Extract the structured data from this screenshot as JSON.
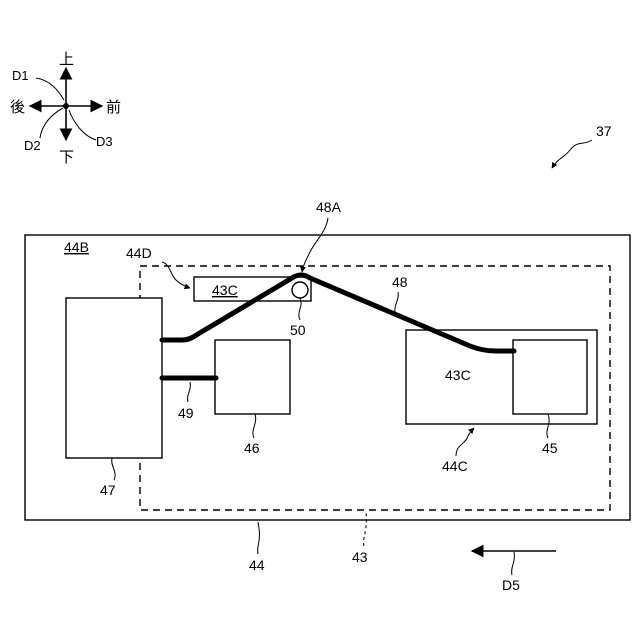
{
  "compass": {
    "up": "上",
    "down": "下",
    "front": "前",
    "rear": "後",
    "d1": "D1",
    "d2": "D2",
    "d3": "D3"
  },
  "refs": {
    "r37": "37",
    "r44B": "44B",
    "r44D": "44D",
    "r48A": "48A",
    "r48": "48",
    "r43C_top": "43C",
    "r50": "50",
    "r49": "49",
    "r46": "46",
    "r47": "47",
    "r43C_right": "43C",
    "r44C": "44C",
    "r45": "45",
    "r44": "44",
    "r43": "43",
    "r5": "D5"
  }
}
